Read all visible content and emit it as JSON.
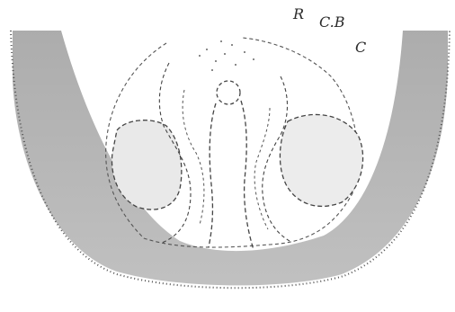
{
  "figure": {
    "labels": {
      "r": "R",
      "cb": "C.B",
      "c": "C"
    },
    "colors": {
      "background": "#ffffff",
      "band": "#b9b9b9",
      "band_dark": "#a9a9a9",
      "outline": "#444444"
    }
  }
}
